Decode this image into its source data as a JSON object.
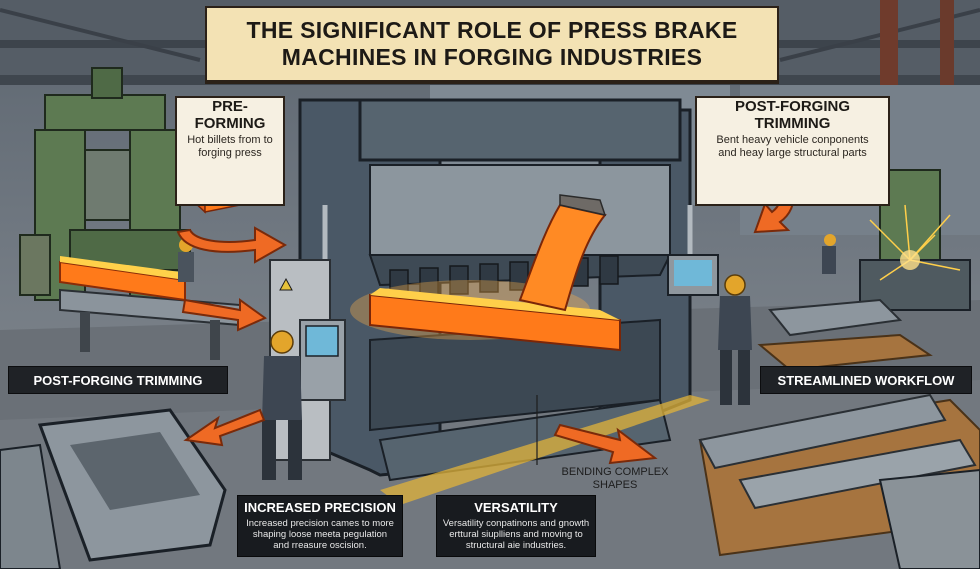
{
  "title": "THE SIGNIFICANT ROLE OF PRESS BRAKE\nMACHINES IN FORGING INDUSTRIES",
  "callouts": {
    "pre_forming": {
      "heading": "PRE-FORMING",
      "text": "Hot billets from to\nforging press"
    },
    "post_trimming_top": {
      "heading": "POST-FORGING TRIMMING",
      "text": "Bent heavy vehicle conponents\nand heay large structural parts"
    }
  },
  "labels": {
    "post_trimming_left": "POST-FORGING TRIMMING",
    "streamlined": "STREAMLINED WORKFLOW"
  },
  "boxes": {
    "precision": {
      "heading": "INCREASED PRECISION",
      "text": "Increased precision cames to more\nshaping loose meeta pegulation\nand rreasure oscision."
    },
    "versatility": {
      "heading": "VERSATILITY",
      "text": "Versatility conpatinons and gnowth\nerttural siuplliens and moving to\nstructural aie industries."
    }
  },
  "floor_label": "BENDING COMPLEX\nSHAPES",
  "colors": {
    "banner": "#f3e2b4",
    "machine": "#4a5866",
    "hot_metal": "#ff7a1a",
    "arrow": "#ef6a24",
    "column_green": "#5d7a52",
    "caution_stripe": "#e2b33a"
  },
  "icons": [
    "warning-icon",
    "control-panel-icon",
    "worker-icon",
    "flow-arrow-icon",
    "spark-icon"
  ]
}
